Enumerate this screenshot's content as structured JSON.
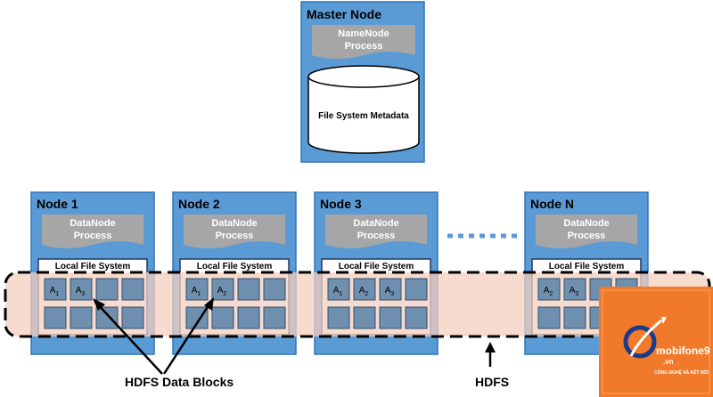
{
  "master": {
    "title": "Master Node",
    "process_line1": "NameNode",
    "process_line2": "Process",
    "metadata_label": "File System Metadata"
  },
  "nodes": [
    {
      "title": "Node 1",
      "process_line1": "DataNode",
      "process_line2": "Process",
      "lfs_label": "Local File System",
      "blocks": [
        [
          "A",
          "1"
        ],
        [
          "A",
          "3"
        ],
        [
          "",
          ""
        ],
        [
          "",
          ""
        ],
        [
          "",
          ""
        ],
        [
          "",
          ""
        ],
        [
          "",
          ""
        ],
        [
          "",
          ""
        ]
      ]
    },
    {
      "title": "Node 2",
      "process_line1": "DataNode",
      "process_line2": "Process",
      "lfs_label": "Local File System",
      "blocks": [
        [
          "A",
          "1"
        ],
        [
          "A",
          "2"
        ],
        [
          "",
          ""
        ],
        [
          "",
          ""
        ],
        [
          "",
          ""
        ],
        [
          "",
          ""
        ],
        [
          "",
          ""
        ],
        [
          "",
          ""
        ]
      ]
    },
    {
      "title": "Node 3",
      "process_line1": "DataNode",
      "process_line2": "Process",
      "lfs_label": "Local File System",
      "blocks": [
        [
          "A",
          "1"
        ],
        [
          "A",
          "2"
        ],
        [
          "A",
          "3"
        ],
        [
          "",
          ""
        ],
        [
          "",
          ""
        ],
        [
          "",
          ""
        ],
        [
          "",
          ""
        ],
        [
          "",
          ""
        ]
      ]
    },
    {
      "title": "Node N",
      "process_line1": "DataNode",
      "process_line2": "Process",
      "lfs_label": "Local File System",
      "blocks": [
        [
          "A",
          "2"
        ],
        [
          "A",
          "3"
        ],
        [
          "",
          ""
        ],
        [
          "",
          ""
        ],
        [
          "",
          ""
        ],
        [
          "",
          ""
        ],
        [
          "",
          ""
        ],
        [
          "",
          ""
        ]
      ]
    }
  ],
  "labels": {
    "data_blocks": "HDFS Data Blocks",
    "hdfs": "HDFS"
  },
  "watermark": {
    "brand": "mobifone9",
    "domain": ".vn",
    "tagline": "CÔNG NGHỆ VÀ KẾT NỐI",
    "colors": {
      "bg": "#f07a2a",
      "accent": "#1a3a8c"
    }
  },
  "colors": {
    "node_fill": "#5b9bd5",
    "process_fill": "#a6a6a6",
    "block_fill": "#6f8fae",
    "hdfs_band": "#f4cfbf"
  }
}
